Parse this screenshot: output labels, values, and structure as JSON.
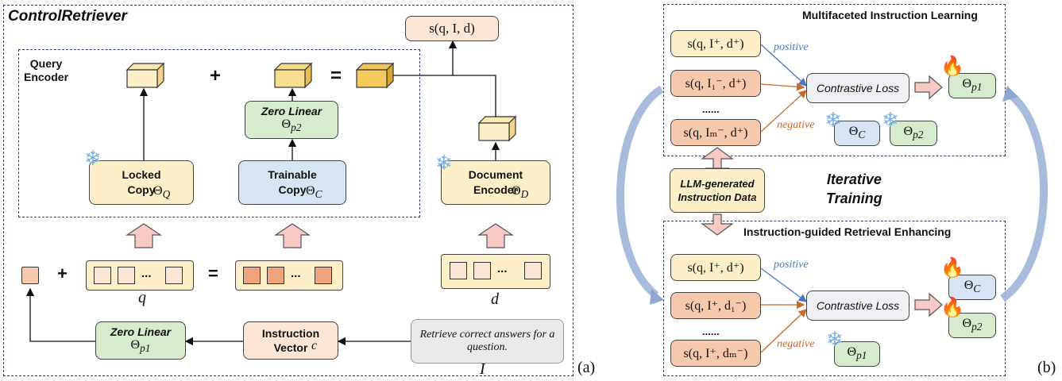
{
  "panel_a": {
    "title": "ControlRetriever",
    "tag": "(a)",
    "query_encoder_label": "Query\nEncoder",
    "locked_copy": "Locked\nCopy",
    "theta_q": "Θ",
    "theta_q_sub": "Q",
    "trainable_copy": "Trainable\nCopy",
    "theta_c": "Θ",
    "theta_c_sub": "C",
    "zero_linear_top": "Zero Linear",
    "theta_p2": "Θ",
    "theta_p2_sub": "p2",
    "document_encoder": "Document\nEncoder",
    "theta_d": "Θ",
    "theta_d_sub": "D",
    "score": "s(q, I, d)",
    "plus": "+",
    "equals": "=",
    "dots": "...",
    "q_label": "q",
    "d_label": "d",
    "zero_linear_bottom": "Zero Linear",
    "theta_p1": "Θ",
    "theta_p1_sub": "p1",
    "instruction_vector": "Instruction\nVector",
    "instruction_vector_c": "c",
    "instruction_text": "Retrieve correct answers for a question.",
    "i_label": "I"
  },
  "panel_b": {
    "tag": "(b)",
    "top_title": "Multifaceted Instruction Learning",
    "bottom_title": "Instruction-guided Retrieval Enhancing",
    "contrastive_loss": "Contrastive Loss",
    "positive": "positive",
    "negative": "negative",
    "ellipsis": "......",
    "top_pos": "s(q, I⁺, d⁺)",
    "top_neg1": "s(q, I₁⁻, d⁺)",
    "top_negm": "s(q, Iₘ⁻, d⁺)",
    "bottom_pos": "s(q, I⁺, d⁺)",
    "bottom_neg1": "s(q, I⁺, d₁⁻)",
    "bottom_negm": "s(q, I⁺, dₘ⁻)",
    "llm_data": "LLM-generated\nInstruction Data",
    "iterative": "Iterative\nTraining",
    "theta": "Θ",
    "p1": "p1",
    "p2": "p2",
    "c": "C"
  },
  "colors": {
    "yellow": "#fdf0c9",
    "green": "#d7ebcf",
    "blue": "#d6e4f3",
    "salmon": "#f6c9ad",
    "frame": "#2c3e60",
    "positive": "#4a78c0",
    "negative": "#c8692a"
  }
}
